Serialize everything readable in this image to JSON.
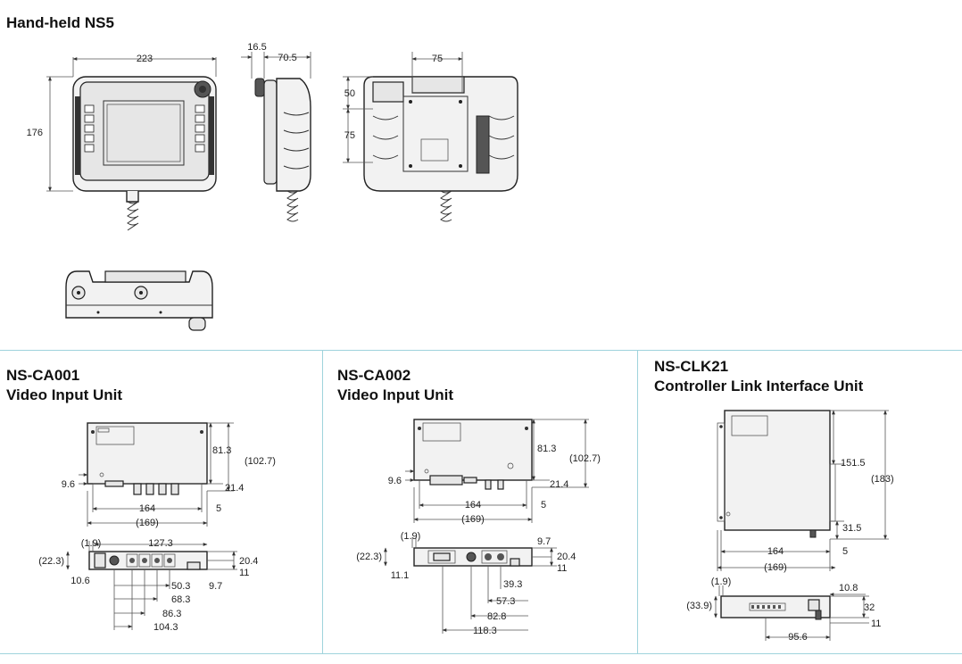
{
  "hand_held": {
    "title": "Hand-held NS5",
    "front": {
      "width": "223",
      "height": "176"
    },
    "side": {
      "a": "16.5",
      "b": "70.5"
    },
    "back": {
      "top": "75",
      "h1": "50",
      "h2": "75"
    }
  },
  "ca001": {
    "title": "NS-CA001",
    "subtitle": "Video Input Unit",
    "top": {
      "d1": "81.3",
      "d2": "(102.7)",
      "d3": "9.6",
      "d4": "21.4",
      "d5": "164",
      "d6": "5",
      "d7": "(169)"
    },
    "bottom": {
      "a": "(1.9)",
      "b": "127.3",
      "c": "(22.3)",
      "d": "20.4",
      "e": "11",
      "f": "10.6",
      "g": "50.3",
      "h": "9.7",
      "i": "68.3",
      "j": "86.3",
      "k": "104.3"
    }
  },
  "ca002": {
    "title": "NS-CA002",
    "subtitle": "Video Input Unit",
    "top": {
      "d1": "81.3",
      "d2": "(102.7)",
      "d3": "9.6",
      "d4": "21.4",
      "d5": "164",
      "d6": "5",
      "d7": "(169)"
    },
    "bottom": {
      "a": "(1.9)",
      "b": "9.7",
      "c": "(22.3)",
      "d": "20.4",
      "e": "11",
      "f": "11.1",
      "g": "39.3",
      "h": "57.3",
      "i": "82.8",
      "j": "118.3"
    }
  },
  "clk21": {
    "title": "NS-CLK21",
    "subtitle": "Controller Link Interface Unit",
    "top": {
      "d1": "151.5",
      "d2": "(183)",
      "d3": "31.5",
      "d4": "164",
      "d5": "5",
      "d6": "(169)"
    },
    "bottom": {
      "a": "(1.9)",
      "b": "10.8",
      "c": "(33.9)",
      "d": "32",
      "e": "11",
      "f": "95.6"
    }
  }
}
